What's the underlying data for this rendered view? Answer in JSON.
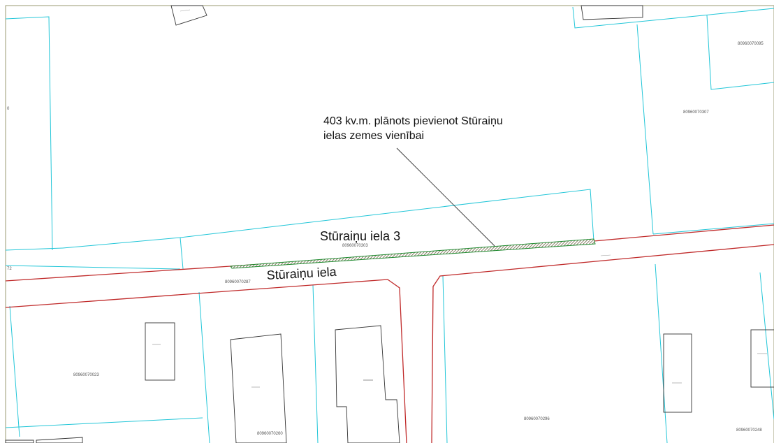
{
  "annotation": {
    "line1": "403 kv.m. plānots pievienot Stūraiņu",
    "line2": "ielas zemes vienībai"
  },
  "labels": {
    "parcel_name": "Stūraiņu iela 3",
    "street_name": "Stūraiņu iela",
    "edge_left_top": "0",
    "edge_left_mid": "72"
  },
  "cadastre_ids": {
    "top_right": "80960070095",
    "right_mid": "80960070307",
    "parcel_3": "80960070303",
    "street": "80960070287",
    "bottom_left": "80960070023",
    "bottom_mid": "80960070260",
    "bottom_center": "80960070296",
    "bottom_right": "80960070248"
  },
  "colors": {
    "parcel_boundary": "#22c6d8",
    "road_boundary": "#c02a2a",
    "building": "#333333",
    "hatch_fill": "#1e8a2e"
  },
  "legend_hatch": "striped"
}
